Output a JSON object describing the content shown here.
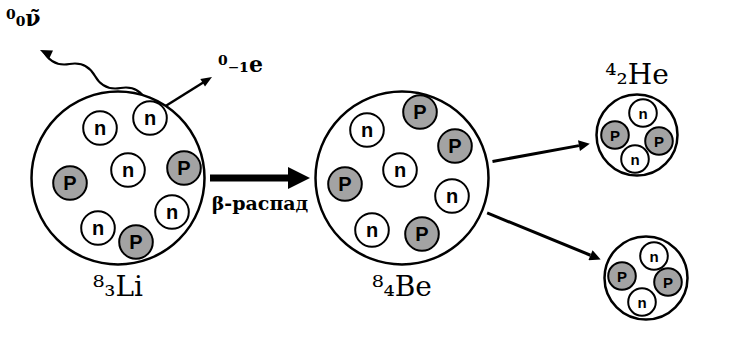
{
  "diagram": {
    "nodes": [
      {
        "text": [
          "⁸₃Li"
        ]
      },
      {
        "text": [
          "n"
        ],
        "in": 0
      },
      {
        "text": [
          "n"
        ],
        "in": 0
      },
      {
        "text": [
          "P"
        ],
        "in": 0
      },
      {
        "text": [
          "P"
        ],
        "in": 0
      },
      {
        "text": [
          "n"
        ],
        "in": 0
      },
      {
        "text": [
          "n"
        ],
        "in": 0
      },
      {
        "text": [
          "n"
        ],
        "in": 0
      },
      {
        "text": [
          "P"
        ],
        "in": 0
      },
      {
        "text": [
          "⁸₄Be"
        ]
      },
      {
        "text": [
          "n"
        ],
        "in": 9
      },
      {
        "text": [
          "P"
        ],
        "in": 9
      },
      {
        "text": [
          "P"
        ],
        "in": 9
      },
      {
        "text": [
          "P"
        ],
        "in": 9
      },
      {
        "text": [
          "n"
        ],
        "in": 9
      },
      {
        "text": [
          "n"
        ],
        "in": 9
      },
      {
        "text": [
          "n"
        ],
        "in": 9
      },
      {
        "text": [
          "P"
        ],
        "in": 9
      },
      {
        "text": [
          "⁴₂He"
        ]
      },
      {
        "text": [
          "n"
        ],
        "in": 18
      },
      {
        "text": [
          "P"
        ],
        "in": 18
      },
      {
        "text": [
          "P"
        ],
        "in": 18
      },
      {
        "text": [
          "n"
        ],
        "in": 18
      },
      {
        "text": []
      },
      {
        "text": [
          "n"
        ],
        "in": 23
      },
      {
        "text": [
          "P"
        ],
        "in": 23
      },
      {
        "text": [
          "P"
        ],
        "in": 23
      },
      {
        "text": [
          "n"
        ],
        "in": 23
      }
    ],
    "edges": [
      {
        "from": 0,
        "to": 9,
        "label": "β-распад",
        "arrow": "to"
      },
      {
        "from": 9,
        "to": 18,
        "arrow": "to"
      },
      {
        "from": 9,
        "to": 23,
        "arrow": "to"
      }
    ],
    "labels": [
      "⁰₀ν̃",
      "⁰₋₁e"
    ]
  }
}
